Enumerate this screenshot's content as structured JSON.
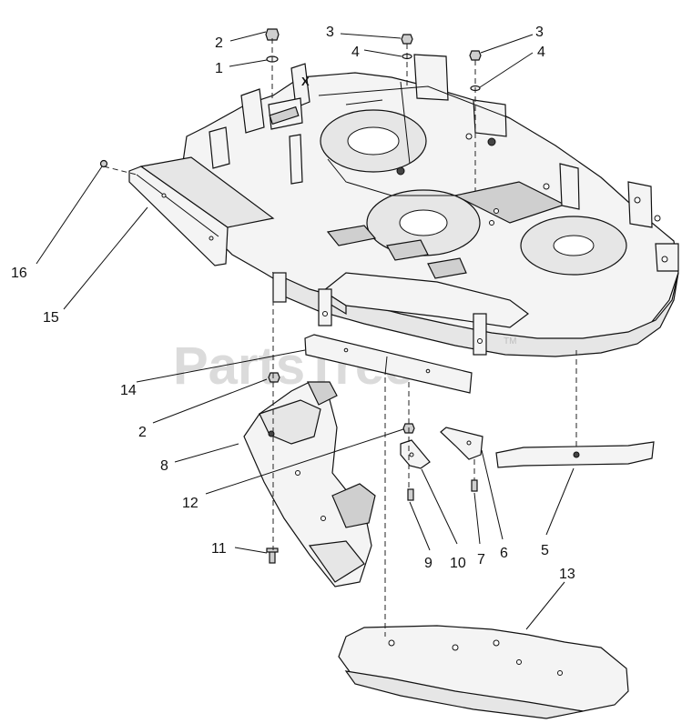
{
  "watermark": {
    "text": "PartsTree",
    "trademark": "TM"
  },
  "deck_marker": "X",
  "callouts": {
    "c1": "1",
    "c2a": "2",
    "c2b": "2",
    "c3a": "3",
    "c3b": "3",
    "c4a": "4",
    "c4b": "4",
    "c5": "5",
    "c6": "6",
    "c7": "7",
    "c8": "8",
    "c9": "9",
    "c10": "10",
    "c11": "11",
    "c12": "12",
    "c13": "13",
    "c14": "14",
    "c15": "15",
    "c16": "16"
  }
}
